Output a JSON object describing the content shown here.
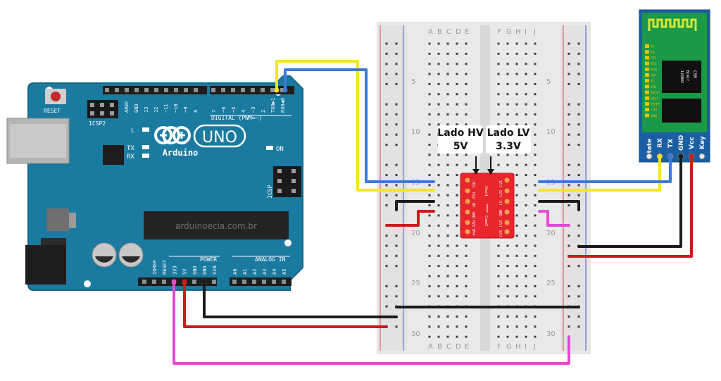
{
  "arduino": {
    "brand": "Arduino",
    "model": "UNO",
    "watermark": "arduinoecia.com.br",
    "reset": "RESET",
    "icsp2": "ICSP2",
    "icsp": "ICSP",
    "led_l": "L",
    "led_tx": "TX",
    "led_rx": "RX",
    "on": "ON",
    "digital": "DIGITAL (PWM=~)",
    "power": "POWER",
    "analog_in": "ANALOG IN",
    "aref": "AREF",
    "gnd_top": "GND",
    "top_pins": [
      "13",
      "12",
      "~11",
      "~10",
      "~9",
      "8",
      "7",
      "~6",
      "~5",
      "4",
      "~3",
      "2",
      "TX0▶1",
      "RX0◀0"
    ],
    "power_pins": [
      "IOREF",
      "RESET",
      "3V3",
      "5V",
      "GND",
      "GND",
      "VIN"
    ],
    "analog_pins": [
      "A0",
      "A1",
      "A2",
      "A3",
      "A4",
      "A5"
    ]
  },
  "breadboard": {
    "cols_top": [
      "A",
      "B",
      "C",
      "D",
      "E",
      "F",
      "G",
      "H",
      "I",
      "J"
    ],
    "cols_bottom": [
      "A",
      "B",
      "C",
      "D",
      "E",
      "F",
      "G",
      "H",
      "I",
      "J"
    ],
    "row_numbers_left": [
      "5",
      "10",
      "15",
      "20",
      "25",
      "30"
    ],
    "row_numbers_right": [
      "5",
      "10",
      "15",
      "20",
      "25",
      "30"
    ]
  },
  "labels": {
    "hv_line1": "Lado HV",
    "hv_line2": "5V",
    "lv_line1": "Lado LV",
    "lv_line2": "3.3V"
  },
  "converter": {
    "hv_side": [
      "HV1",
      "HV2",
      "HV",
      "GND",
      "HV3",
      "HV4"
    ],
    "lv_side": [
      "LV1",
      "LV2",
      "LV",
      "GND",
      "LV3",
      "LV4"
    ],
    "ch_top": "Chan1",
    "ch_bottom": "Chan2"
  },
  "bluetooth": {
    "pins": [
      "State",
      "RX",
      "TX",
      "GND",
      "Vcc",
      "Key"
    ],
    "side_labels": [
      "TX",
      "RX",
      "CTS",
      "RTS",
      "PCM",
      "OUT",
      "IN",
      "SYN",
      "AIO-0",
      "AIO-1",
      "RESET",
      "3.3V",
      "GND"
    ],
    "chip1": "CSR",
    "chip2": "BC417",
    "chip3": "143B02"
  },
  "colors": {
    "board": "#1b7aa0",
    "board_edge": "#15668a",
    "wire_yellow": "#f5e41f",
    "wire_blue": "#3b7bd6",
    "wire_black": "#1b1b1b",
    "wire_red": "#c91c1c",
    "wire_magenta": "#e24bd3",
    "converter": "#e8262e",
    "bt_module": "#1a5ea3"
  }
}
